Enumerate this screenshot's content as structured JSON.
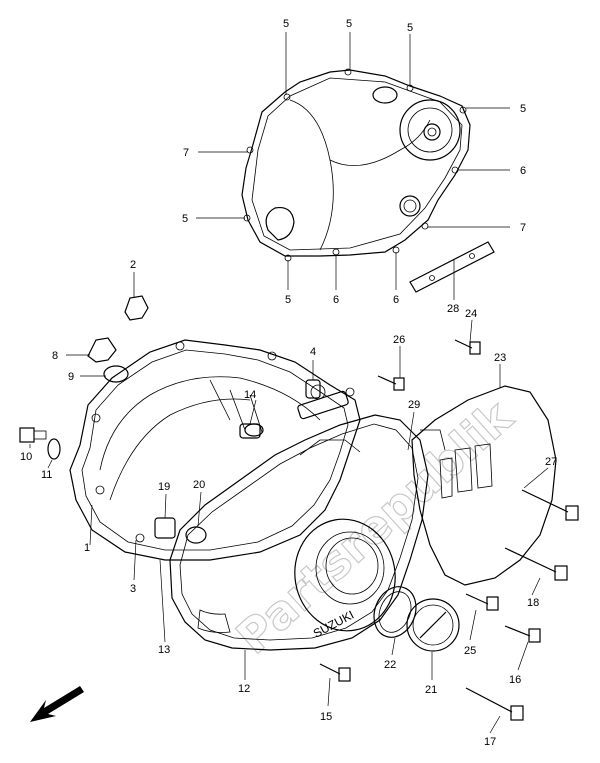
{
  "watermark": "Partsrepublik",
  "cover_brand": "SUZUKI",
  "callouts": {
    "c1": "1",
    "c2": "2",
    "c3": "3",
    "c4": "4",
    "c5a": "5",
    "c5b": "5",
    "c5c": "5",
    "c5d": "5",
    "c5e": "5",
    "c5f": "5",
    "c6a": "6",
    "c6b": "6",
    "c6c": "6",
    "c7a": "7",
    "c7b": "7",
    "c8": "8",
    "c9": "9",
    "c10": "10",
    "c11": "11",
    "c12": "12",
    "c13": "13",
    "c14": "14",
    "c15": "15",
    "c16": "16",
    "c17": "17",
    "c18": "18",
    "c19": "19",
    "c20": "20",
    "c21": "21",
    "c22": "22",
    "c23": "23",
    "c24": "24",
    "c25": "25",
    "c26": "26",
    "c27": "27",
    "c28": "28",
    "c29": "29"
  },
  "direction_arrow": "front-direction-arrow"
}
